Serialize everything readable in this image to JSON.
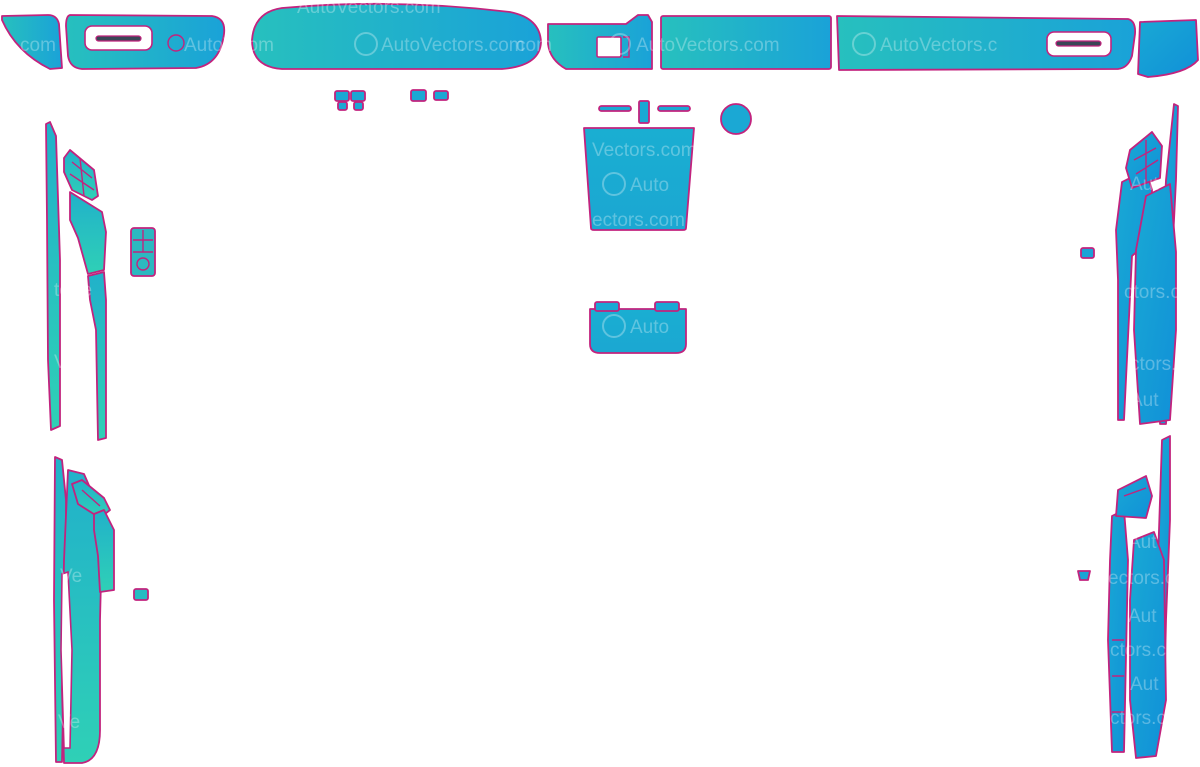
{
  "watermark": {
    "brand": "AutoVectors.com",
    "short": "AutoVectors.c",
    "fragments": {
      "auto": "Auto",
      "vectors_com": "Vectors.com",
      "ectors_com": "ectors.com",
      "com": "com",
      "tove": "toVe",
      "auto_v": "AutoV",
      "ve": "Ve",
      "ectors_c": "ectors.c",
      "cors": "ctors.c",
      "utov": "utoV",
      "utc": "Aut"
    }
  },
  "colors": {
    "outline": "#c2237e",
    "fill_teal": "#2fc7b8",
    "fill_blue": "#1aa6d8",
    "fill_deep": "#1190d8",
    "background": "#ffffff"
  }
}
